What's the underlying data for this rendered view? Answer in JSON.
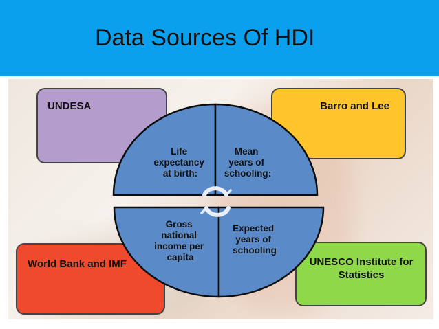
{
  "title": "Data Sources Of HDI",
  "sources": {
    "undesa": "UNDESA",
    "barro_lee": "Barro and Lee",
    "world_bank": "World Bank and IMF",
    "unesco": "UNESCO Institute for Statistics"
  },
  "quadrants": {
    "life_expectancy": [
      "Life",
      "expectancy",
      "at birth:"
    ],
    "mean_schooling": [
      "Mean",
      "years of",
      "schooling:"
    ],
    "gni": [
      "Gross",
      "national",
      "income per",
      "capita"
    ],
    "expected_schooling": [
      "Expected",
      "years of",
      "schooling"
    ]
  },
  "colors": {
    "header": "#0aa0ee",
    "undesa": "#b49ccc",
    "barro_lee": "#ffc52a",
    "world_bank": "#f04a2c",
    "unesco": "#8ed84a",
    "circle": "#5a8ac8"
  },
  "icons": {
    "center": "refresh-arrows-icon"
  }
}
